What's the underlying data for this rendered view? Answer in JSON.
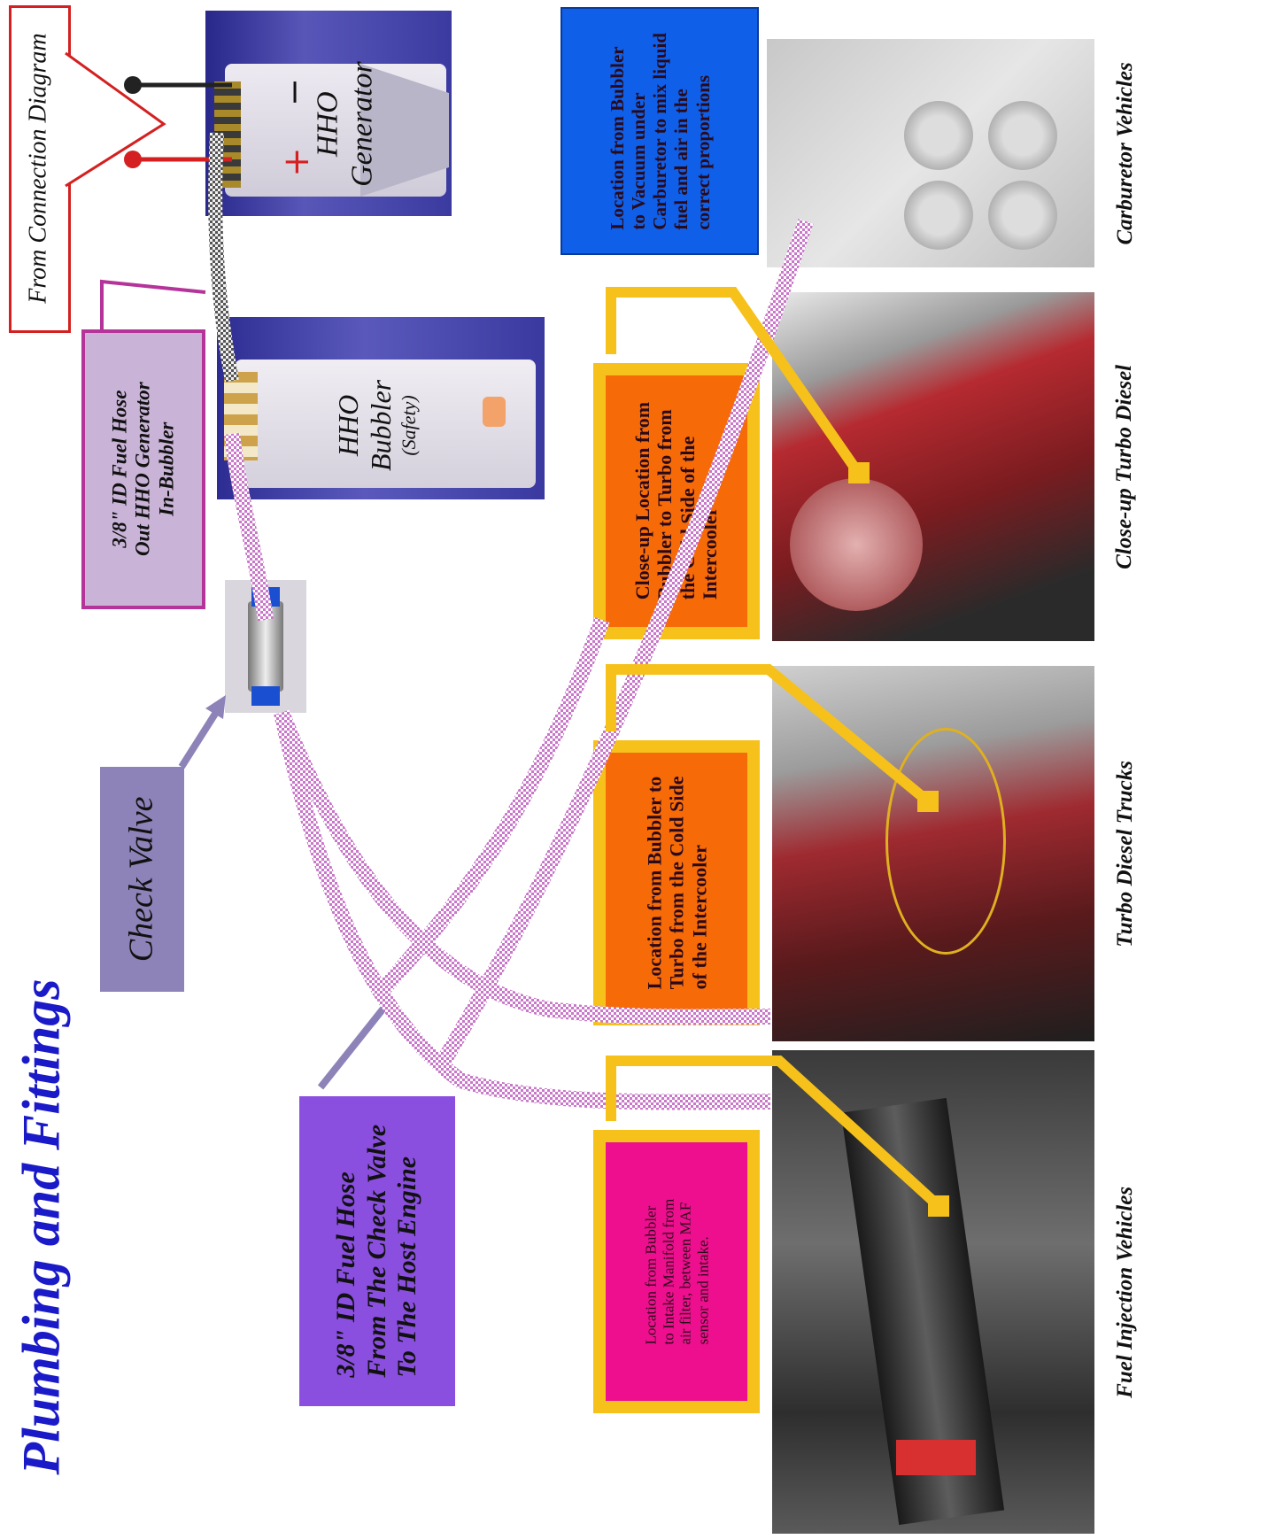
{
  "title": "Plumbing and Fittings",
  "connection_label": "From Connection Diagram",
  "generator": {
    "label_line1": "HHO",
    "label_line2": "Generator",
    "minus": "−",
    "plus": "+"
  },
  "bubbler": {
    "label_line1": "HHO",
    "label_line2": "Bubbler",
    "label_line3": "(Safety)"
  },
  "hose_in_label": {
    "line1": "3/8\" ID Fuel Hose",
    "line2": "Out HHO Generator",
    "line3": "In-Bubbler"
  },
  "check_valve_label": "Check Valve",
  "hose_out_label": {
    "line1": "3/8\" ID Fuel Hose",
    "line2": "From The Check Valve",
    "line3": "To The Host Engine"
  },
  "carb_location": {
    "line1": "Location from Bubbler",
    "line2": "to Vacuum under",
    "line3": "Carburetor to mix liquid",
    "line4": "fuel and air in the",
    "line5": "correct proportions"
  },
  "closeup_location": {
    "line1": "Close-up Location from",
    "line2": "Bubbler to Turbo from",
    "line3": "the Cold Side of the",
    "line4": "Intercooler"
  },
  "turbo_location": {
    "line1": "Location from Bubbler to",
    "line2": "Turbo from the Cold Side",
    "line3": "of the Intercooler"
  },
  "fuel_location": {
    "line1": "Location from Bubbler",
    "line2": "to Intake Manifold from",
    "line3": "air filter, between MAF",
    "line4": "sensor and intake."
  },
  "captions": {
    "carburetor": "Carburetor Vehicles",
    "closeup": "Close-up Turbo Diesel",
    "turbo": "Turbo Diesel Trucks",
    "fuel": "Fuel Injection Vehicles"
  },
  "colors": {
    "hose": "#d9a0d9",
    "title": "#1a1ac8",
    "leader_yellow": "#f6c11a"
  }
}
